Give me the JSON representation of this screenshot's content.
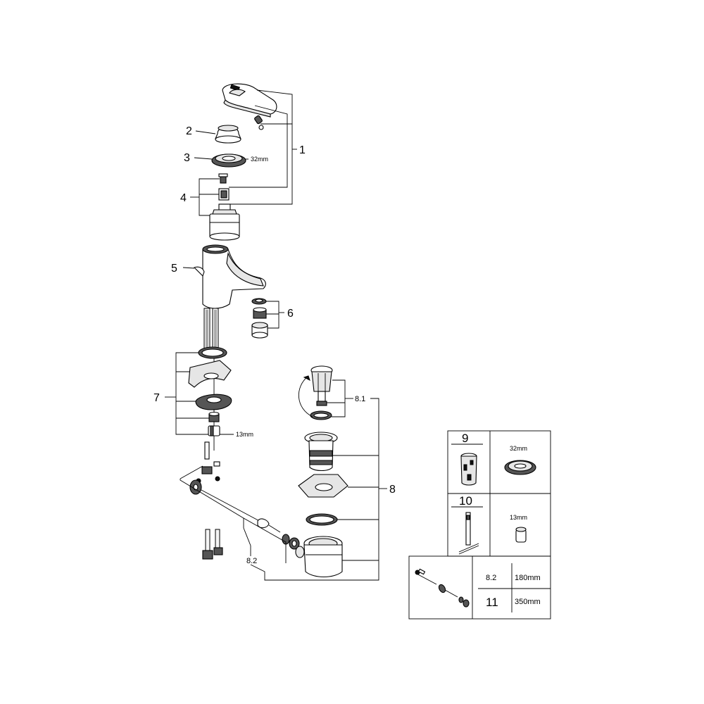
{
  "callouts": {
    "n1": "1",
    "n2": "2",
    "n3": "3",
    "n4": "4",
    "n5": "5",
    "n6": "6",
    "n7": "7",
    "n8": "8",
    "n8_1": "8.1",
    "n8_2": "8.2"
  },
  "dimensions": {
    "handle_nut": "32mm",
    "fix_nut": "13mm"
  },
  "spare_table": {
    "item9": {
      "number": "9",
      "size": "32mm"
    },
    "item10": {
      "number": "10",
      "size": "13mm"
    },
    "rod": {
      "rows": [
        {
          "number": "8.2",
          "length": "180mm"
        },
        {
          "number": "11",
          "length": "350mm"
        }
      ]
    }
  }
}
